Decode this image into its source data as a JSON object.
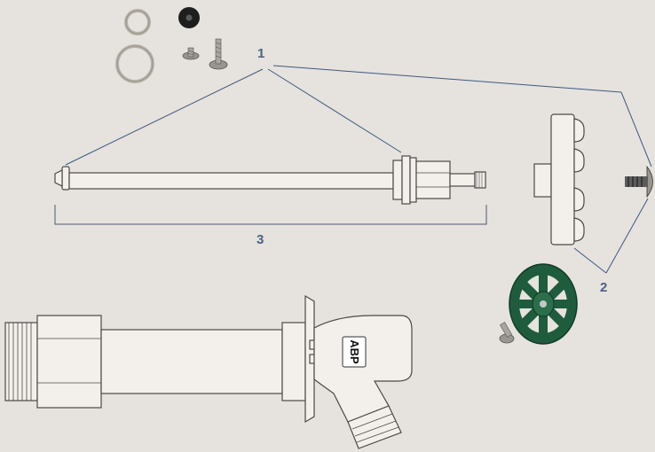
{
  "callouts": {
    "one": "1",
    "two": "2",
    "three": "3"
  },
  "brand_mark": "ABP",
  "colors": {
    "background": "#e6e2dd",
    "callout": "#4a6283",
    "leader": "#3c5a82",
    "handle_green": "#1f5c3e"
  }
}
